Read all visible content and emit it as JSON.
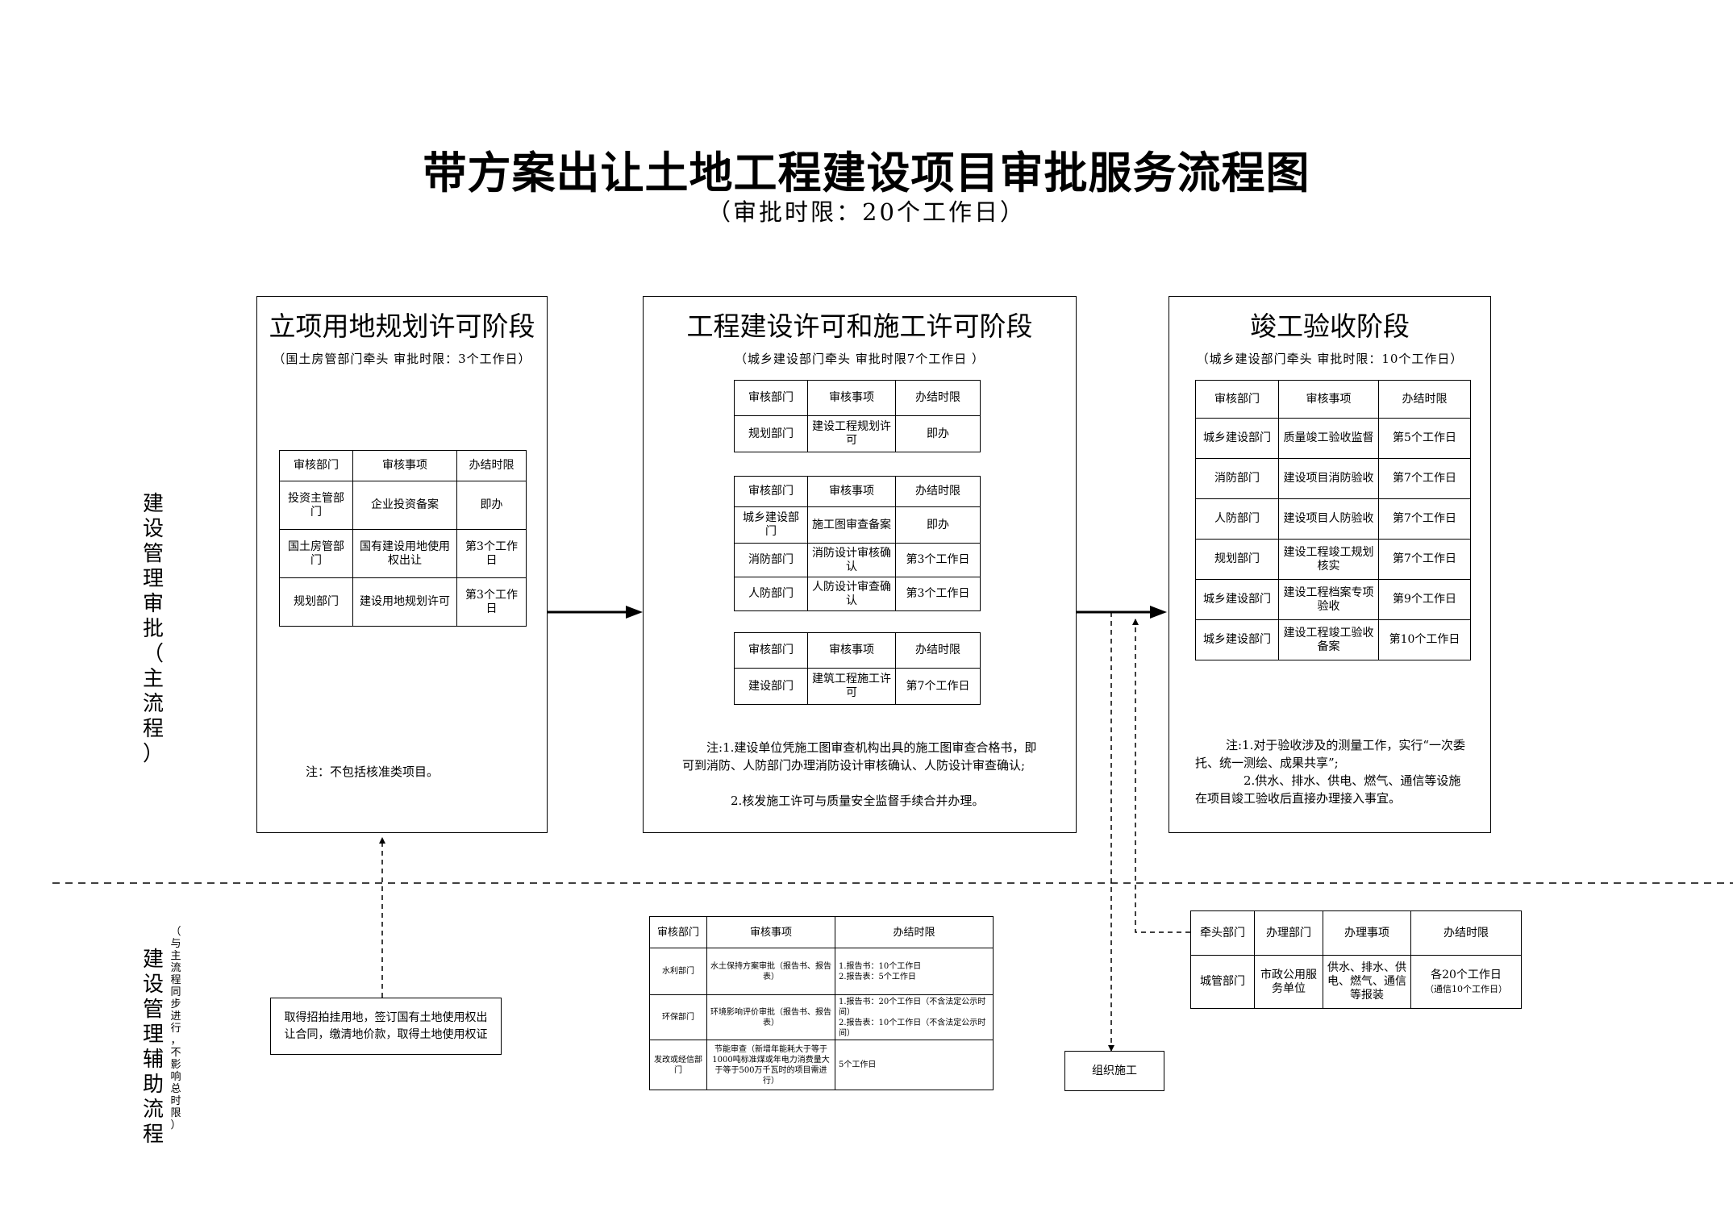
{
  "title": "带方案出让土地工程建设项目审批服务流程图",
  "subtitle": "（审批时限：20个工作日）",
  "side_labels": {
    "main": [
      "建",
      "设",
      "管",
      "理",
      "审",
      "批",
      "（",
      "主",
      "流",
      "程",
      "）"
    ],
    "aux": [
      "建",
      "设",
      "管",
      "理",
      "辅",
      "助",
      "流",
      "程"
    ],
    "aux_note": [
      "（",
      "与",
      "主",
      "流",
      "程",
      "同",
      "步",
      "进",
      "行",
      "，",
      "不",
      "影",
      "响",
      "总",
      "时",
      "限",
      "）"
    ]
  },
  "stage1": {
    "title": "立项用地规划许可阶段",
    "sub": "（国土房管部门牵头  审批时限：3个工作日）",
    "headers": [
      "审核部门",
      "审核事项",
      "办结时限"
    ],
    "rows": [
      {
        "dept": "投资主管部门",
        "item": "企业投资备案",
        "limit": "即办"
      },
      {
        "dept": "国土房管部门",
        "item": "国有建设用地使用权出让",
        "limit": "第3个工作日"
      },
      {
        "dept": "规划部门",
        "item": "建设用地规划许可",
        "limit": "第3个工作日"
      }
    ],
    "note": "注：不包括核准类项目。"
  },
  "stage2": {
    "title": "工程建设许可和施工许可阶段",
    "sub": "（城乡建设部门牵头 审批时限7个工作日 ）",
    "headers": [
      "审核部门",
      "审核事项",
      "办结时限"
    ],
    "table1": [
      {
        "dept": "规划部门",
        "item": "建设工程规划许可",
        "limit": "即办"
      }
    ],
    "table2": [
      {
        "dept": "城乡建设部门",
        "item": "施工图审查备案",
        "limit": "即办"
      },
      {
        "dept": "消防部门",
        "item": "消防设计审核确认",
        "limit": "第3个工作日"
      },
      {
        "dept": "人防部门",
        "item": "人防设计审查确认",
        "limit": "第3个工作日"
      }
    ],
    "table3": [
      {
        "dept": "建设部门",
        "item": "建筑工程施工许可",
        "limit": "第7个工作日"
      }
    ],
    "note": [
      "注:1.建设单位凭施工图审查机构出具的施工图审查合格书，即可到消防、人防部门办理消防设计审核确认、人防设计审查确认;",
      "2.核发施工许可与质量安全监督手续合并办理。"
    ]
  },
  "stage3": {
    "title": "竣工验收阶段",
    "sub": "（城乡建设部门牵头  审批时限：10个工作日）",
    "headers": [
      "审核部门",
      "审核事项",
      "办结时限"
    ],
    "rows": [
      {
        "dept": "城乡建设部门",
        "item": "质量竣工验收监督",
        "limit": "第5个工作日"
      },
      {
        "dept": "消防部门",
        "item": "建设项目消防验收",
        "limit": "第7个工作日"
      },
      {
        "dept": "人防部门",
        "item": "建设项目人防验收",
        "limit": "第7个工作日"
      },
      {
        "dept": "规划部门",
        "item": "建设工程竣工规划核实",
        "limit": "第7个工作日"
      },
      {
        "dept": "城乡建设部门",
        "item": "建设工程档案专项验收",
        "limit": "第9个工作日"
      },
      {
        "dept": "城乡建设部门",
        "item": "建设工程竣工验收备案",
        "limit": "第10个工作日"
      }
    ],
    "note": [
      "注:1.对于验收涉及的测量工作，实行“一次委托、统一测绘、成果共享”;",
      "2.供水、排水、供电、燃气、通信等设施在项目竣工验收后直接办理接入事宜。"
    ]
  },
  "aux_box1": "取得招拍挂用地，签订国有土地使用权出让合同，缴清地价款，取得土地使用权证",
  "aux_table": {
    "headers": [
      "审核部门",
      "审核事项",
      "办结时限"
    ],
    "rows": [
      {
        "dept": "水利部门",
        "item": "水土保持方案审批（报告书、报告表）",
        "limit": "1.报告书：10个工作日\n2.报告表：5个工作日"
      },
      {
        "dept": "环保部门",
        "item": "环境影响评价审批（报告书、报告表）",
        "limit": "1.报告书：20个工作日（不含法定公示时间）\n2.报告表：10个工作日（不含法定公示时间）"
      },
      {
        "dept": "发改或经信部门",
        "item": "节能审查（新增年能耗大于等于1000吨标准煤或年电力消费量大于等于500万千瓦时的项目需进行）",
        "limit": "5个工作日"
      }
    ]
  },
  "construction_box": "组织施工",
  "utility_table": {
    "headers": [
      "牵头部门",
      "办理部门",
      "办理事项",
      "办结时限"
    ],
    "row": {
      "lead": "城管部门",
      "dept": "市政公用服务单位",
      "item": "供水、排水、供电、燃气、通信等报装",
      "limit": "各20个工作日",
      "limit_sub": "（通信10个工作日）"
    }
  }
}
